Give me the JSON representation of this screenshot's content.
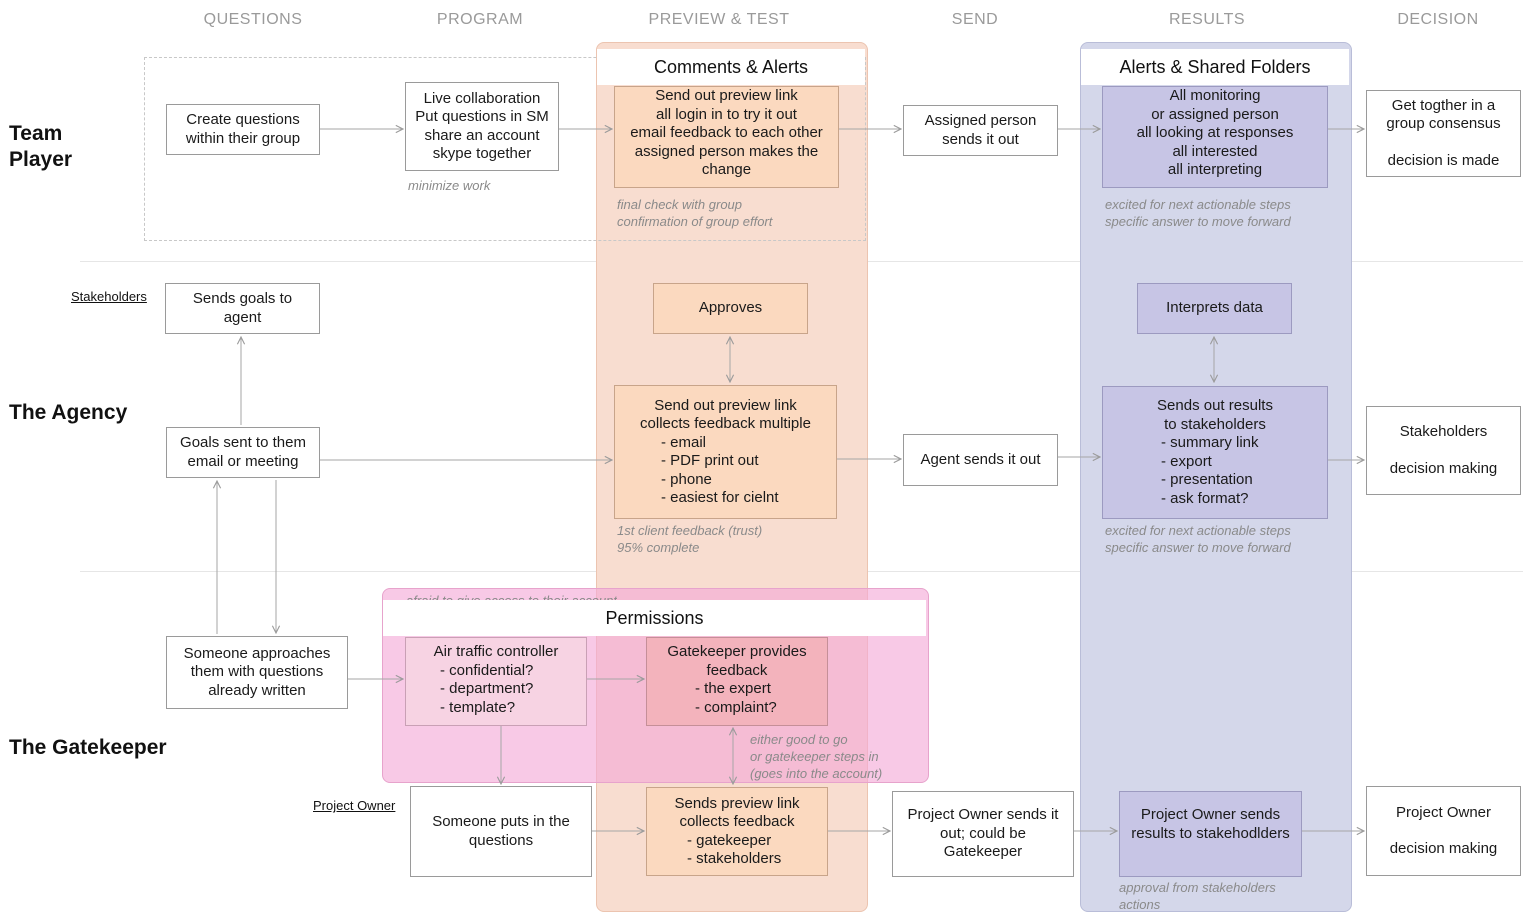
{
  "columns": [
    "QUESTIONS",
    "PROGRAM",
    "PREVIEW & TEST",
    "SEND",
    "RESULTS",
    "DECISION"
  ],
  "rows": {
    "team_player": [
      "Team",
      "Player"
    ],
    "agency": "The Agency",
    "gatekeeper": "The Gatekeeper"
  },
  "bands": {
    "comments": "Comments & Alerts",
    "alerts_folders": "Alerts & Shared Folders",
    "permissions": "Permissions"
  },
  "tags": {
    "stakeholders": "Stakeholders",
    "project_owner": "Project Owner"
  },
  "team_player": {
    "create_questions": [
      "Create questions",
      "within their group"
    ],
    "live_collab": [
      "Live collaboration",
      "Put questions in SM",
      "share an account",
      "skype together"
    ],
    "program_note": "minimize work",
    "preview": [
      "Send out preview link",
      "all login in to try it out",
      "email feedback to each other",
      "assigned person makes the",
      "change"
    ],
    "preview_note": [
      "final check with group",
      "confirmation of group effort"
    ],
    "send": [
      "Assigned person",
      "sends it out"
    ],
    "results": [
      "All monitoring",
      "or assigned person",
      "all looking at responses",
      "all interested",
      "all interpreting"
    ],
    "results_note": [
      "excited for next actionable steps",
      "specific answer to move forward"
    ],
    "decision": [
      "Get togther in a",
      "group consensus",
      "",
      "decision is made"
    ]
  },
  "agency": {
    "sends_goals": [
      "Sends goals to",
      "agent"
    ],
    "goals_sent": [
      "Goals sent to them",
      "email or meeting"
    ],
    "approves": "Approves",
    "preview": [
      "Send out preview link",
      "collects feedback multiple"
    ],
    "preview_items": [
      "- email",
      "- PDF print out",
      "- phone",
      "- easiest for cielnt"
    ],
    "preview_note": [
      "1st client feedback (trust)",
      "95% complete"
    ],
    "send": "Agent sends it out",
    "interprets": "Interprets data",
    "results": [
      "Sends out results",
      "to stakeholders"
    ],
    "results_items": [
      "- summary link",
      "- export",
      "- presentation",
      "- ask format?"
    ],
    "results_note": [
      "excited for next actionable steps",
      "specific answer to move forward"
    ],
    "decision": [
      "Stakeholders",
      "",
      "decision making"
    ]
  },
  "gatekeeper": {
    "approach": [
      "Someone approaches",
      "them with questions",
      "already written"
    ],
    "perm_note": "afraid to give access to their account",
    "air_traffic": "Air traffic controller",
    "air_traffic_items": [
      "- confidential?",
      "- department?",
      "- template?"
    ],
    "gk_feedback": [
      "Gatekeeper provides",
      "feedback"
    ],
    "gk_feedback_items": [
      "- the expert",
      "- complaint?"
    ],
    "either_note": [
      "either good to go",
      "or gatekeeper steps in",
      "(goes into the account)"
    ],
    "puts_in": [
      "Someone puts in the",
      "questions"
    ],
    "preview": [
      "Sends preview link",
      "collects feedback"
    ],
    "preview_items": [
      "- gatekeeper",
      "- stakeholders"
    ],
    "send": [
      "Project Owner sends it",
      "out; could be",
      "Gatekeeper"
    ],
    "results": [
      "Project Owner sends",
      "results to stakehodlders"
    ],
    "results_note": [
      "approval from stakeholders",
      "actions"
    ],
    "decision": [
      "Project Owner",
      "",
      "decision making"
    ]
  },
  "colors": {
    "preview_band": "#f8ddd0",
    "results_band": "#d4d7ea",
    "permissions_band": "#f6c3e0",
    "orange_box": "#fbd9bf",
    "purple_box": "#c7c5e5"
  }
}
